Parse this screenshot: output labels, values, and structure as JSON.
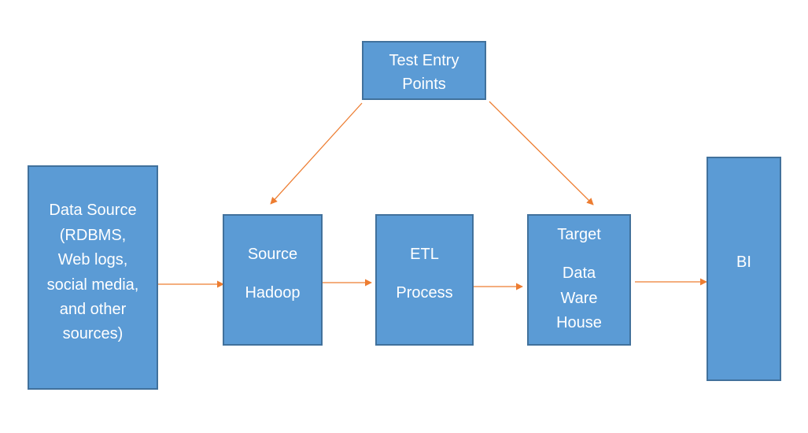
{
  "diagram": {
    "test_entry": {
      "lines": [
        "Test Entry",
        "Points"
      ]
    },
    "data_source": {
      "lines": [
        "Data Source",
        "(RDBMS,",
        "Web logs,",
        "social media,",
        "and other",
        "sources)"
      ]
    },
    "source_hadoop": {
      "lines": [
        "Source",
        "Hadoop"
      ]
    },
    "etl_process": {
      "lines": [
        "ETL",
        "Process"
      ]
    },
    "target_dwh": {
      "lines": [
        "Target",
        "Data",
        "Ware",
        "House"
      ]
    },
    "bi": {
      "lines": [
        "BI"
      ]
    }
  },
  "colors": {
    "box_fill": "#5b9bd5",
    "box_border": "#41719c",
    "box_text": "#ffffff",
    "arrow": "#ed7d31"
  }
}
